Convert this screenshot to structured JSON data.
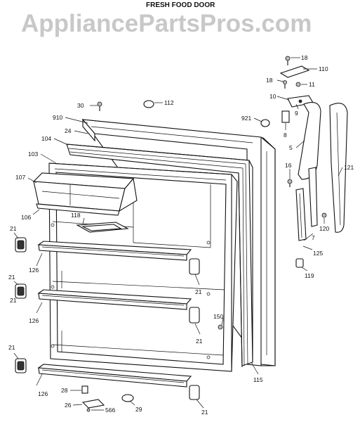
{
  "header": {
    "title": "FRESH FOOD DOOR",
    "watermark": "AppliancePartsPros.com"
  },
  "callouts": [
    {
      "id": "c18a",
      "label": "18"
    },
    {
      "id": "c110",
      "label": "110"
    },
    {
      "id": "c18b",
      "label": "18"
    },
    {
      "id": "c11",
      "label": "11"
    },
    {
      "id": "c10",
      "label": "10"
    },
    {
      "id": "c9",
      "label": "9"
    },
    {
      "id": "c30",
      "label": "30"
    },
    {
      "id": "c112",
      "label": "112"
    },
    {
      "id": "c910",
      "label": "910"
    },
    {
      "id": "c921",
      "label": "921"
    },
    {
      "id": "c8",
      "label": "8"
    },
    {
      "id": "c24",
      "label": "24"
    },
    {
      "id": "c104",
      "label": "104"
    },
    {
      "id": "c5",
      "label": "5"
    },
    {
      "id": "c103",
      "label": "103"
    },
    {
      "id": "c16",
      "label": "16"
    },
    {
      "id": "c121",
      "label": "121"
    },
    {
      "id": "c107",
      "label": "107"
    },
    {
      "id": "c106",
      "label": "106"
    },
    {
      "id": "c118",
      "label": "118"
    },
    {
      "id": "c120",
      "label": "120"
    },
    {
      "id": "c7",
      "label": "7"
    },
    {
      "id": "c21a",
      "label": "21"
    },
    {
      "id": "c125",
      "label": "125"
    },
    {
      "id": "c126a",
      "label": "126"
    },
    {
      "id": "c119",
      "label": "119"
    },
    {
      "id": "c21b",
      "label": "21"
    },
    {
      "id": "c21c",
      "label": "21"
    },
    {
      "id": "c21d",
      "label": "21"
    },
    {
      "id": "c126b",
      "label": "126"
    },
    {
      "id": "c150",
      "label": "150"
    },
    {
      "id": "c21e",
      "label": "21"
    },
    {
      "id": "c21f",
      "label": "21"
    },
    {
      "id": "c115",
      "label": "115"
    },
    {
      "id": "c126c",
      "label": "126"
    },
    {
      "id": "c28",
      "label": "28"
    },
    {
      "id": "c26",
      "label": "26"
    },
    {
      "id": "c566",
      "label": "566"
    },
    {
      "id": "c29",
      "label": "29"
    },
    {
      "id": "c21g",
      "label": "21"
    }
  ]
}
